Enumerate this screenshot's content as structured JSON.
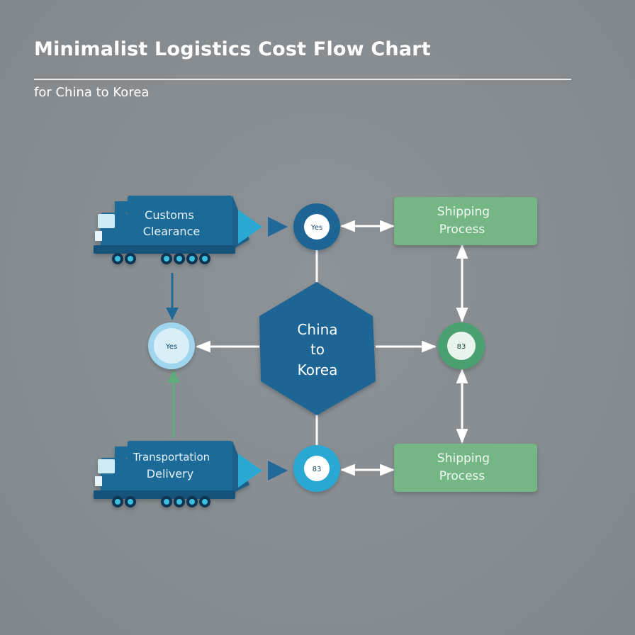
{
  "header": {
    "title": "Minimalist Logistics Cost Flow Chart",
    "subtitle": "for China to Korea"
  },
  "diagram": {
    "center": {
      "line1": "China",
      "line2": "to",
      "line3": "Korea"
    },
    "trucks": [
      {
        "line1": "Customs",
        "line2": "Clearance"
      },
      {
        "line1": "Transportation",
        "line2": "Delivery"
      }
    ],
    "shipping_boxes": [
      {
        "line1": "Shipping",
        "line2": "Process"
      },
      {
        "line1": "Shipping",
        "line2": "Process"
      }
    ],
    "nodes": {
      "top": "Yes",
      "left": "Yes",
      "right": "83",
      "bottom": "83"
    }
  },
  "colors": {
    "background": "#868c90",
    "truck_blue": "#1f6a98",
    "center_hex": "#1b6594",
    "node_dark": "#1b6594",
    "node_light": "#9fd6ee",
    "node_cyan": "#2aa8d4",
    "node_green": "#4aa070",
    "shipping_green": "#74b784",
    "arrow_white": "#ffffff",
    "arrow_cyan": "#2aa8d4",
    "arrow_green": "#5fae7c"
  }
}
